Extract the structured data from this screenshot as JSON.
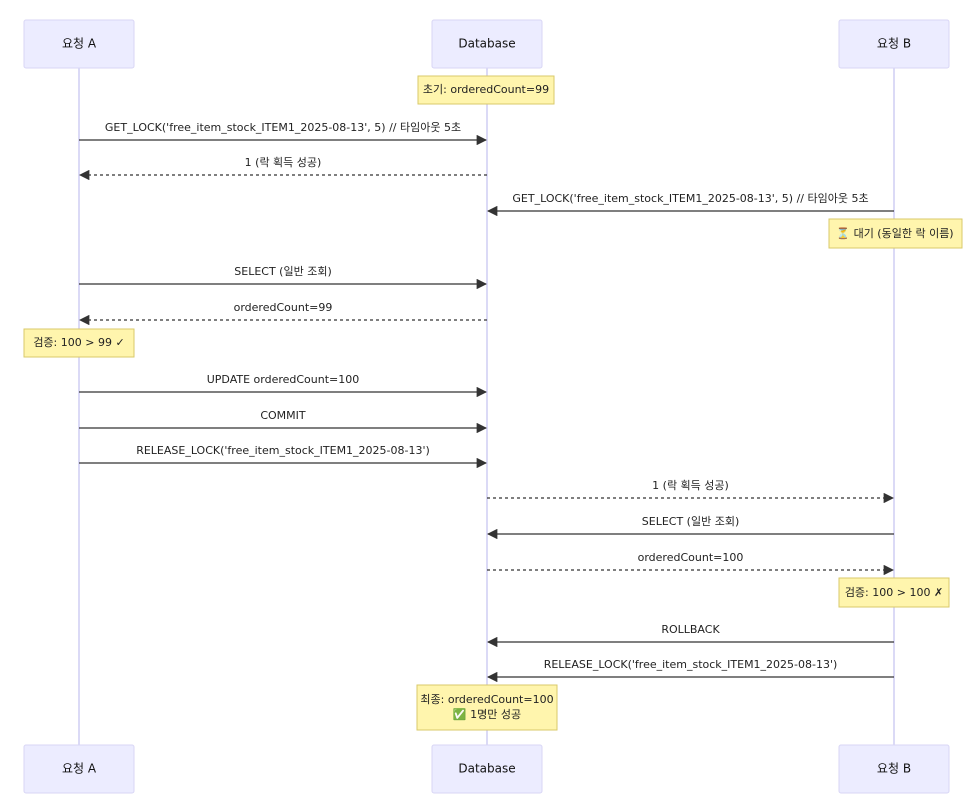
{
  "participants": [
    {
      "id": "A",
      "label": "요청 A"
    },
    {
      "id": "DB",
      "label": "Database"
    },
    {
      "id": "B",
      "label": "요청 B"
    }
  ],
  "messages": [
    {
      "from": "A",
      "to": "DB",
      "text": "GET_LOCK('free_item_stock_ITEM1_2025-08-13', 5) // 타임아웃 5초",
      "style": "solid"
    },
    {
      "from": "DB",
      "to": "A",
      "text": "1 (락 획득 성공)",
      "style": "dashed"
    },
    {
      "from": "B",
      "to": "DB",
      "text": "GET_LOCK('free_item_stock_ITEM1_2025-08-13', 5) // 타임아웃 5초",
      "style": "solid"
    },
    {
      "from": "A",
      "to": "DB",
      "text": "SELECT (일반 조회)",
      "style": "solid"
    },
    {
      "from": "DB",
      "to": "A",
      "text": "orderedCount=99",
      "style": "dashed"
    },
    {
      "from": "A",
      "to": "DB",
      "text": "UPDATE orderedCount=100",
      "style": "solid"
    },
    {
      "from": "A",
      "to": "DB",
      "text": "COMMIT",
      "style": "solid"
    },
    {
      "from": "A",
      "to": "DB",
      "text": "RELEASE_LOCK('free_item_stock_ITEM1_2025-08-13')",
      "style": "solid"
    },
    {
      "from": "DB",
      "to": "B",
      "text": "1 (락 획득 성공)",
      "style": "dashed"
    },
    {
      "from": "B",
      "to": "DB",
      "text": "SELECT (일반 조회)",
      "style": "solid"
    },
    {
      "from": "DB",
      "to": "B",
      "text": "orderedCount=100",
      "style": "dashed"
    },
    {
      "from": "B",
      "to": "DB",
      "text": "ROLLBACK",
      "style": "solid"
    },
    {
      "from": "B",
      "to": "DB",
      "text": "RELEASE_LOCK('free_item_stock_ITEM1_2025-08-13')",
      "style": "solid"
    }
  ],
  "notes": [
    {
      "over": "DB",
      "lines": [
        "초기: orderedCount=99"
      ]
    },
    {
      "over": "B",
      "lines": [
        "⏳ 대기 (동일한 락 이름)"
      ]
    },
    {
      "over": "A",
      "lines": [
        "검증: 100 > 99 ✓"
      ]
    },
    {
      "over": "B",
      "lines": [
        "검증: 100 > 100 ✗"
      ]
    },
    {
      "over": "DB",
      "lines": [
        "최종: orderedCount=100",
        "✅ 1명만 성공"
      ]
    }
  ]
}
